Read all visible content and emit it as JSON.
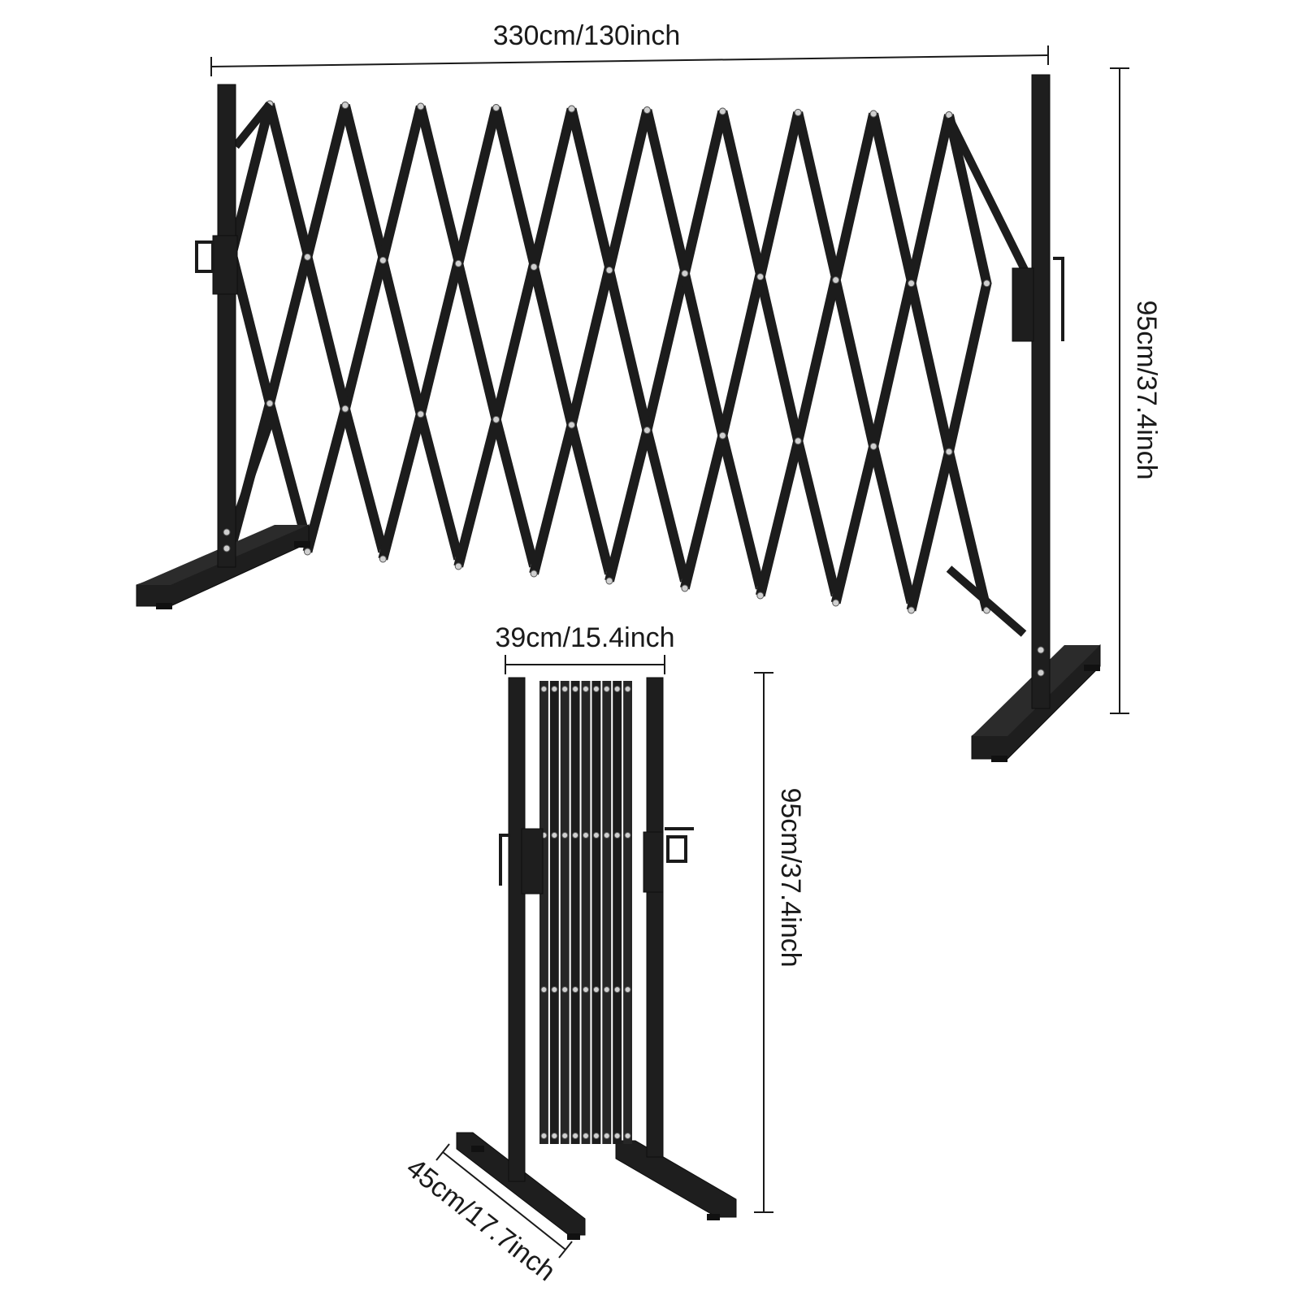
{
  "dimensions": {
    "extended_width": "330cm/130inch",
    "extended_height": "95cm/37.4inch",
    "folded_width": "39cm/15.4inch",
    "folded_height": "95cm/37.4inch",
    "base_depth": "45cm/17.7inch"
  },
  "extended_gate": {
    "lattice_columns": 10
  },
  "folded_gate": {
    "folded_bars": 9
  },
  "colors": {
    "frame": "#1e1e1e",
    "bolts": "#cfcfcf",
    "background": "#ffffff"
  }
}
